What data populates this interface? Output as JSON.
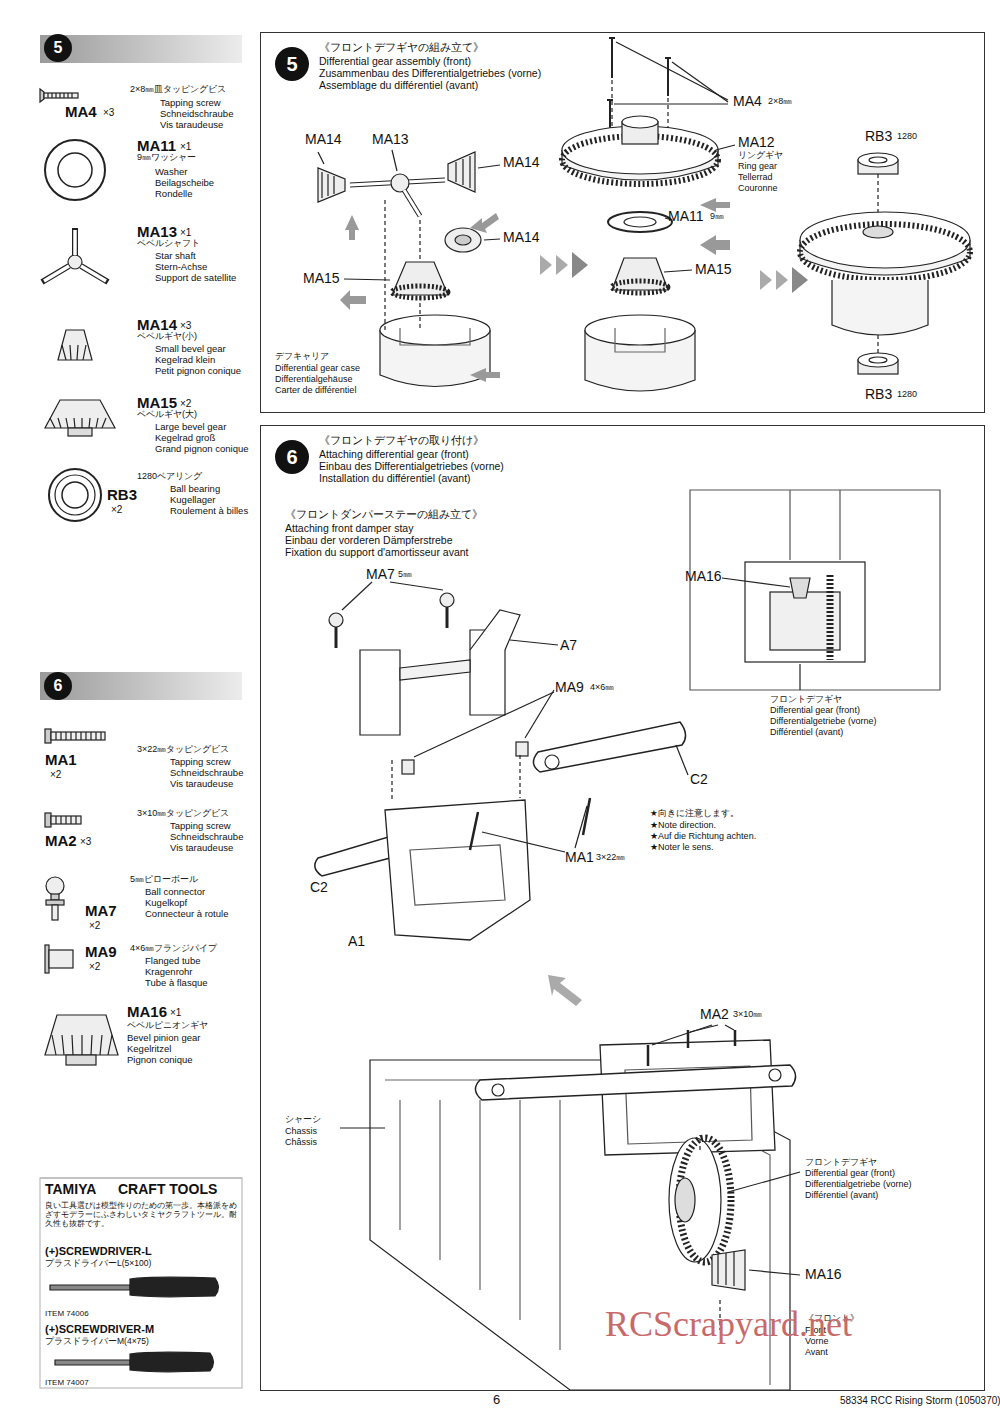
{
  "diagram": {
    "nodes": [
      {
        "text": [
          "5"
        ]
      },
      {
        "text": [
          "《フロントデフギヤの組み立て》",
          "Differential gear assembly (front)",
          "Zusammenbau des Differentialgetriebes (vorne)",
          "Assemblage du différentiel (avant)"
        ]
      },
      {
        "text": [
          "5"
        ],
        "in": 1
      },
      {
        "text": [
          "6"
        ]
      },
      {
        "text": [
          "《フロントデフギヤの取り付け》",
          "Attaching differential gear (front)",
          "Einbau des Differentialgetriebes (vorne)",
          "Installation du différentiel (avant)",
          "《フロントダンパーステーの組み立て》",
          "Attaching front damper stay",
          "Einbau der vorderen Dämpferstrebe",
          "Fixation du support d'amortisseur avant"
        ]
      },
      {
        "text": [
          "6"
        ],
        "in": 4
      }
    ],
    "labels": [
      "MA4",
      "×3",
      "2×8㎜皿タッピングビス",
      "Tapping screw",
      "Schneidschraube",
      "Vis taraudeuse",
      "MA11",
      "×1",
      "9㎜ワッシャー",
      "Washer",
      "Beilagscheibe",
      "Rondelle",
      "MA13",
      "×1",
      "ベベルシャフト",
      "Star shaft",
      "Stern-Achse",
      "Support de satellite",
      "MA14",
      "×3",
      "ベベルギヤ(小)",
      "Small bevel gear",
      "Kegelrad klein",
      "Petit pignon conique",
      "MA15",
      "×2",
      "ベベルギヤ(大)",
      "Large bevel gear",
      "Kegelrad groß",
      "Grand pignon conique",
      "1280ベアリング",
      "RB3",
      "×2",
      "Ball bearing",
      "Kugellager",
      "Roulement à billes",
      "MA1",
      "×2",
      "3×22㎜タッピングビス",
      "Tapping screw",
      "Schneidschraube",
      "Vis taraudeuse",
      "MA2",
      "×3",
      "3×10㎜タッピングビス",
      "Tapping screw",
      "Schneidschraube",
      "Vis taraudeuse",
      "MA7",
      "×2",
      "5㎜ピローボール",
      "Ball connector",
      "Kugelkopf",
      "Connecteur à rotule",
      "MA9",
      "×2",
      "4×6㎜フランジパイプ",
      "Flanged tube",
      "Kragenrohr",
      "Tube à flasque",
      "MA16",
      "×1",
      "ベベルピニオンギヤ",
      "Bevel pinion gear",
      "Kegelritzel",
      "Pignon conique",
      "TAMIYA",
      "CRAFT TOOLS",
      "良い工具選びは模型作りのための第一歩。本格派をめざすモデラーにふさわしいタミヤクラフトツール。耐久性も抜群です。",
      "(+)SCREWDRIVER-L",
      "プラスドライバーL(5×100)",
      "ITEM 74006",
      "(+)SCREWDRIVER-M",
      "プラスドライバーM(4×75)",
      "ITEM 74007",
      "MA14",
      "MA13",
      "MA14",
      "MA14",
      "MA15",
      "デフキャリア",
      "Differential gear case",
      "Differentialgehäuse",
      "Carter de différentiel",
      "MA4",
      "2×8㎜",
      "MA12",
      "リングギヤ",
      "Ring gear",
      "Tellerrad",
      "Couronne",
      "MA11",
      "9㎜",
      "MA15",
      "RB3",
      "1280",
      "RB3",
      "1280",
      "MA7",
      "5㎜",
      "A7",
      "MA9",
      "4×6㎜",
      "C2",
      "C2",
      "A1",
      "MA1",
      "3×22㎜",
      "★向きに注意します。",
      "★Note direction.",
      "★Auf die Richtung achten.",
      "★Noter le sens.",
      "MA2",
      "3×10㎜",
      "MA16",
      "フロントデフギヤ",
      "Differential gear (front)",
      "Differentialgetriebe (vorne)",
      "Différentiel (avant)",
      "シャーシ",
      "Chassis",
      "Châssis",
      "フロントデフギヤ",
      "Differential gear (front)",
      "Differentialgetriebe (vorne)",
      "Différentiel (avant)",
      "MA16",
      "《フロント》",
      "Front",
      "Vorne",
      "Avant",
      "6",
      "58334 RCC Rising Storm (1050370)",
      "RCScrapyard.net"
    ]
  }
}
